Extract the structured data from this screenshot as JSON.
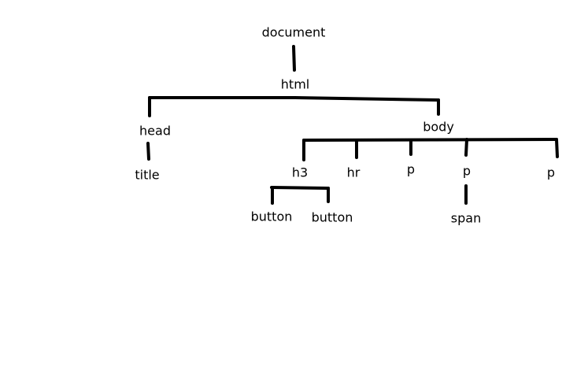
{
  "diagram": {
    "type": "tree",
    "nodes": {
      "document": "document",
      "html": "html",
      "head": "head",
      "title": "title",
      "body": "body",
      "h3": "h3",
      "hr": "hr",
      "p1": "p",
      "p2": "p",
      "p3": "p",
      "button1": "button",
      "button2": "button",
      "span": "span"
    },
    "edges": [
      [
        "document",
        "html"
      ],
      [
        "html",
        "head"
      ],
      [
        "html",
        "body"
      ],
      [
        "head",
        "title"
      ],
      [
        "body",
        "h3"
      ],
      [
        "body",
        "hr"
      ],
      [
        "body",
        "p1"
      ],
      [
        "body",
        "p2"
      ],
      [
        "body",
        "p3"
      ],
      [
        "h3",
        "button1"
      ],
      [
        "h3",
        "button2"
      ],
      [
        "p2",
        "span"
      ]
    ]
  }
}
